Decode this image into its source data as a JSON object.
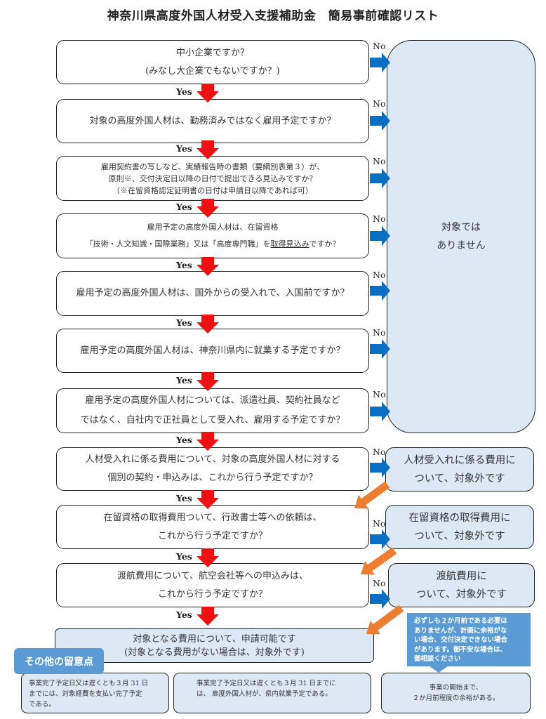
{
  "title": "神奈川県高度外国人材受入支援補助金　簡易事前確認リスト",
  "labels": {
    "yes": "Yes",
    "no": "No"
  },
  "questions": [
    {
      "lines": [
        "中小企業ですか？",
        "(みなし大企業でもないですか？)"
      ]
    },
    {
      "lines": [
        "対象の高度外国人材は、勤務済みではなく雇用予定ですか？"
      ]
    },
    {
      "lines": [
        "雇用契約書の写しなど、実績報告時の書類（要綱別表第３）が、",
        "原則※、交付決定日以降の日付で提出できる見込みですか？",
        "（※在留資格認定証明書の日付は申請日以降であれば可）"
      ]
    },
    {
      "line1": "雇用予定の高度外国人材は、在留資格",
      "line2_pre": "「技術・人文知識・国際業務」又は「高度専門職」を",
      "line2_underlined": "取得見込み",
      "line2_post": "ですか？"
    },
    {
      "lines": [
        "雇用予定の高度外国人材は、国外からの受入れで、入国前ですか？"
      ]
    },
    {
      "lines": [
        "雇用予定の高度外国人材は、神奈川県内に就業する予定ですか？"
      ]
    },
    {
      "lines": [
        "雇用予定の高度外国人材については、派遣社員、契約社員など",
        "ではなく、自社内で正社員として受入れ、雇用する予定ですか？"
      ]
    },
    {
      "lines": [
        "人材受入れに係る費用について、対象の高度外国人材に対する",
        "個別の契約・申込みは、これから行う予定ですか？"
      ]
    },
    {
      "lines": [
        "在留資格の取得費用ついて、行政書士等への依頼は、",
        "これから行う予定ですか？"
      ]
    },
    {
      "lines": [
        "渡航費用について、航空会社等への申込みは、",
        "これから行う予定ですか？"
      ]
    }
  ],
  "not_eligible": {
    "lines": [
      "対象では",
      "ありません"
    ]
  },
  "side_results": [
    {
      "lines": [
        "人材受入れに係る費用に",
        "ついて、対象外です"
      ]
    },
    {
      "lines": [
        "在留資格の取得費用に",
        "ついて、対象外です"
      ]
    },
    {
      "lines": [
        "渡航費用に",
        "ついて、対象外です"
      ]
    }
  ],
  "final_result": {
    "lines": [
      "対象となる費用について、申請可能です",
      "(対象となる費用がない場合は、対象外です)"
    ]
  },
  "note_callout": {
    "lines": [
      "必ずしも２か月前である必要は",
      "ありませんが、計画に余裕がな",
      "い場合、交付決定できない場合",
      "があります。御不安な場合は、",
      "御相談ください"
    ]
  },
  "other_notes": {
    "heading": "その他の留意点",
    "items": [
      {
        "lines": [
          "事業完了予定日又は遅くとも３月 31 日",
          "までには、対象経費を支払い完了予定",
          "である。"
        ]
      },
      {
        "lines": [
          "事業完了予定日又は遅くとも３月 31 日までに",
          "は、 高度外国人材が、県内就業予定である。"
        ]
      },
      {
        "lines": [
          "事業の開始まで、",
          "２か月前程度の余裕がある。"
        ]
      }
    ]
  },
  "colors": {
    "yes_arrow": "#ee1111",
    "no_arrow": "#0a6fc2",
    "carry_arrow": "#ed7d31",
    "result_fill": "#dde8f5",
    "note_fill": "#5b9bd5"
  }
}
